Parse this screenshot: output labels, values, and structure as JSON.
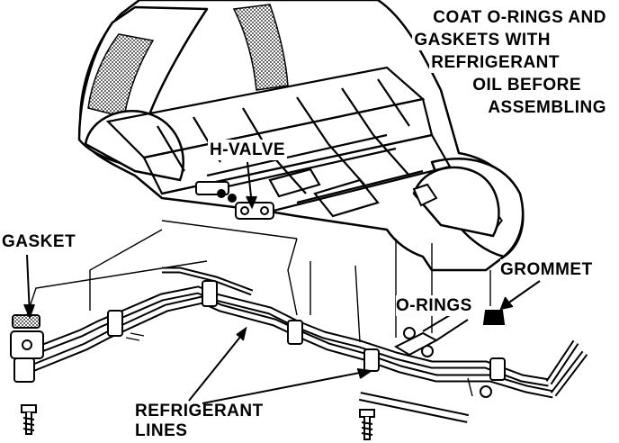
{
  "figure": {
    "note_lines": [
      "COAT O-RINGS AND",
      "GASKETS WITH",
      "REFRIGERANT",
      "OIL BEFORE",
      "ASSEMBLING"
    ],
    "labels": {
      "h_valve": "H-VALVE",
      "gasket": "GASKET",
      "grommet": "GROMMET",
      "o_rings": "O-RINGS",
      "refrigerant_lines": [
        "REFRIGERANT",
        "LINES"
      ]
    },
    "colors": {
      "ink": "#000000",
      "paper": "#ffffff",
      "shading": "#9a9a9a"
    }
  }
}
